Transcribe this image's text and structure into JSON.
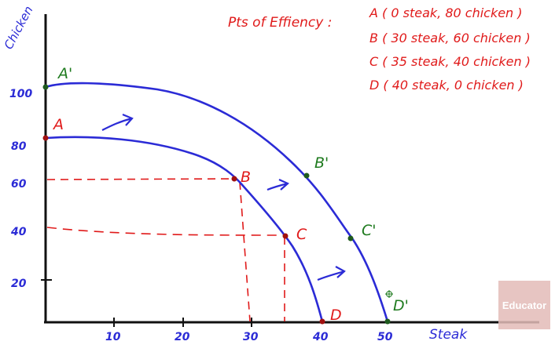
{
  "axes": {
    "y_label": "Chicken",
    "x_label": "Steak",
    "y_ticks": [
      "100",
      "80",
      "60",
      "40",
      "20"
    ],
    "x_ticks": [
      "10",
      "20",
      "30",
      "40",
      "50"
    ]
  },
  "note": {
    "title": "Pts of Effiency :",
    "lines": [
      "A ( 0 steak, 80 chicken )",
      "B ( 30 steak, 60 chicken )",
      "C ( 35 steak, 40 chicken )",
      "D ( 40 steak, 0 chicken )"
    ]
  },
  "points": {
    "inner": [
      "A",
      "B",
      "C",
      "D"
    ],
    "outer": [
      "A'",
      "B'",
      "C'",
      "D'"
    ]
  },
  "colors": {
    "ink_blue": "#2b2bd6",
    "ink_red": "#e01a1a",
    "ink_green": "#1e7a1e",
    "axis_black": "#111111"
  },
  "watermark": {
    "text": "Educator"
  }
}
